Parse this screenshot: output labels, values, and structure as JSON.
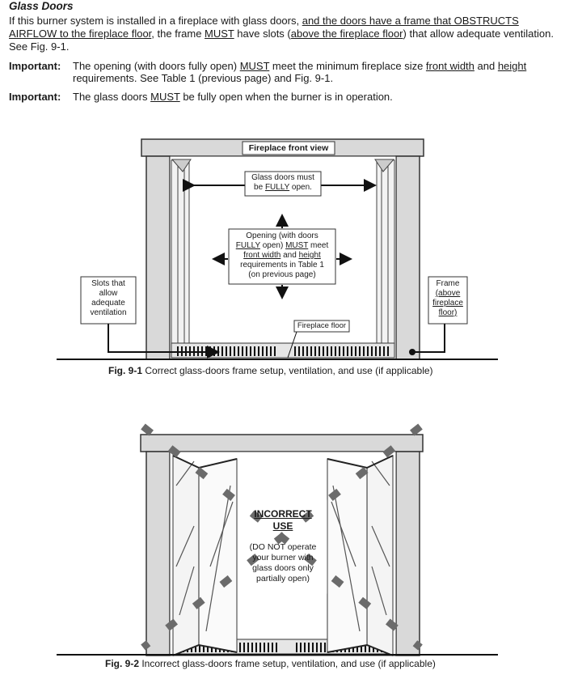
{
  "section": {
    "heading": "Glass Doors",
    "intro_1": "If this burner system is installed in a fireplace with glass doors, ",
    "intro_u1": "and the doors have a frame that OBSTRUCTS AIRFLOW to the fireplace floor",
    "intro_2": ", the frame ",
    "intro_u2": "MUST",
    "intro_3": " have slots (",
    "intro_u3": "above the fireplace floor",
    "intro_4": ") that allow adequate ventilation. See Fig. 9-1."
  },
  "important_1": {
    "label": "Important:",
    "t1": "The opening (with doors fully open) ",
    "u1": "MUST",
    "t2": " meet the minimum fireplace size ",
    "u2": "front width",
    "t3": " and ",
    "u3": "height",
    "t4": " requirements. See Table 1 (previous page) and Fig. 9-1."
  },
  "important_2": {
    "label": "Important:",
    "t1": "The glass doors ",
    "u1": "MUST",
    "t2": " be fully open when the burner is in operation."
  },
  "fig1": {
    "title": "Fireplace front view",
    "doors_l1": "Glass doors must",
    "doors_l2a": "be ",
    "doors_l2u": "FULLY",
    "doors_l2b": " open.",
    "open_l1": "Opening (with doors",
    "open_l2u1": "FULLY",
    "open_l2a": " open) ",
    "open_l2u2": "MUST",
    "open_l2b": " meet",
    "open_l3u1": "front width",
    "open_l3a": " and ",
    "open_l3u2": "height",
    "open_l4": "requirements in Table 1",
    "open_l5": "(on previous page)",
    "slots_l1": "Slots that",
    "slots_l2": "allow",
    "slots_l3": "adequate",
    "slots_l4": "ventilation",
    "frame_l1": "Frame",
    "frame_l2": "(above",
    "frame_l3": "fireplace",
    "frame_l4": "floor)",
    "floor_label": "Fireplace floor",
    "caption_num": "Fig. 9-1",
    "caption_text": " Correct glass-doors frame setup, ventilation, and use (if applicable)"
  },
  "fig2": {
    "incorrect_l1": "INCORRECT",
    "incorrect_l2": "USE",
    "note_l1": "(DO NOT operate",
    "note_l2": "your burner with",
    "note_l3": "glass doors only",
    "note_l4": "partially open)",
    "caption_num": "Fig. 9-2",
    "caption_text": " Incorrect glass-doors frame setup, ventilation, and use (if applicable)"
  },
  "colors": {
    "frame_fill": "#d9d9d9",
    "frame_stroke": "#333333",
    "slash": "#6b6b6b"
  }
}
